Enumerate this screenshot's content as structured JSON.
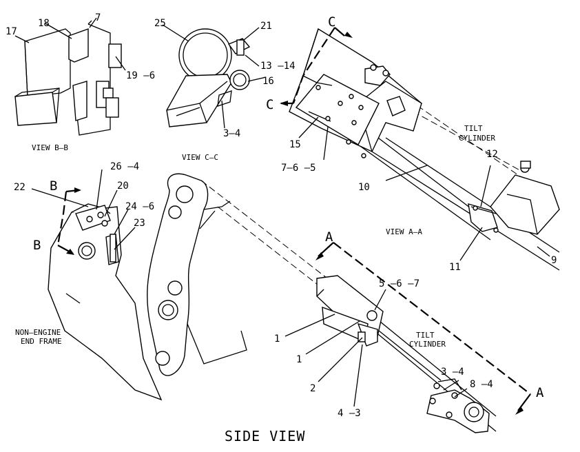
{
  "title": "SIDE VIEW",
  "views": {
    "bb": "VIEW B–B",
    "cc": "VIEW C–C",
    "aa": "VIEW A–A"
  },
  "captions": {
    "tilt_upper_1": "TILT",
    "tilt_upper_2": "CYLINDER",
    "tilt_lower_1": "TILT",
    "tilt_lower_2": "CYLINDER",
    "frame_1": "NON–ENGINE",
    "frame_2": "END FRAME"
  },
  "section_letters": {
    "c_top": "C",
    "c_left": "C",
    "b_top": "B",
    "b_left": "B",
    "a_top": "A",
    "a_right": "A"
  },
  "callouts": {
    "c17": "17",
    "c18": "18",
    "c7a": "7",
    "c19_6": "19 –6",
    "c25": "25",
    "c21": "21",
    "c13_14": "13 –14",
    "c16": "16",
    "c3_4a": "3–4",
    "c15": "15",
    "c7_6_5": "7–6 –5",
    "c10": "10",
    "c12": "12",
    "c11": "11",
    "c9": "9",
    "c22": "22",
    "c26_4": "26 –4",
    "c20": "20",
    "c24_6": "24 –6",
    "c23": "23",
    "c5_6_7": "5 –6 –7",
    "c1a": "1",
    "c1b": "1",
    "c2": "2",
    "c4_3": "4 –3",
    "c3_4b": "3 –4",
    "c8_4": "8 –4"
  }
}
